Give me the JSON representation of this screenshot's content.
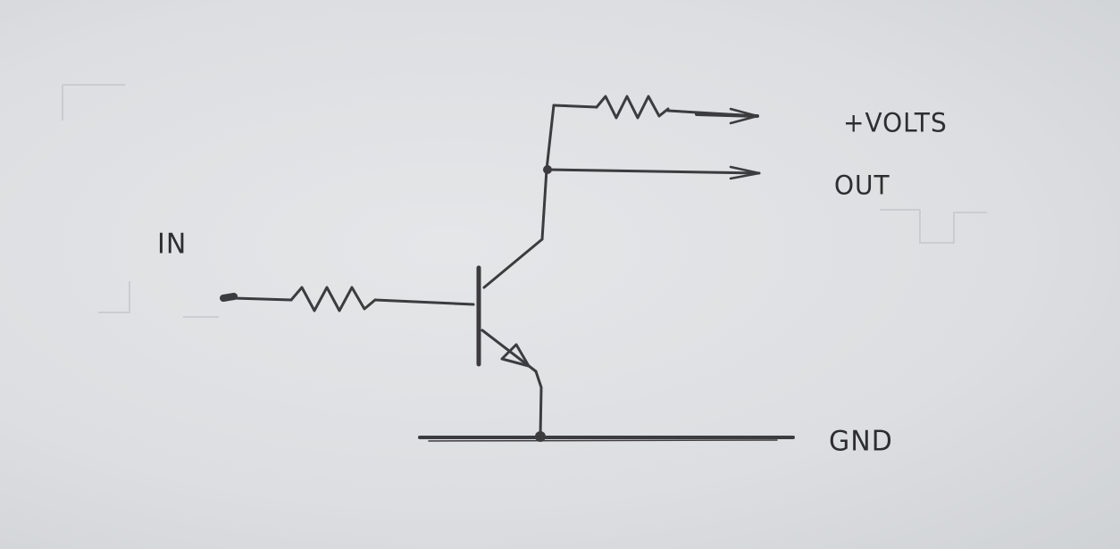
{
  "labels": {
    "input": "IN",
    "supply": "+VOLTS",
    "output": "OUT",
    "ground": "GND"
  },
  "colors": {
    "paper": "#dcdee1",
    "pencil": "#3c3c3e"
  },
  "components": [
    "input-resistor",
    "npn-transistor",
    "collector-resistor"
  ]
}
